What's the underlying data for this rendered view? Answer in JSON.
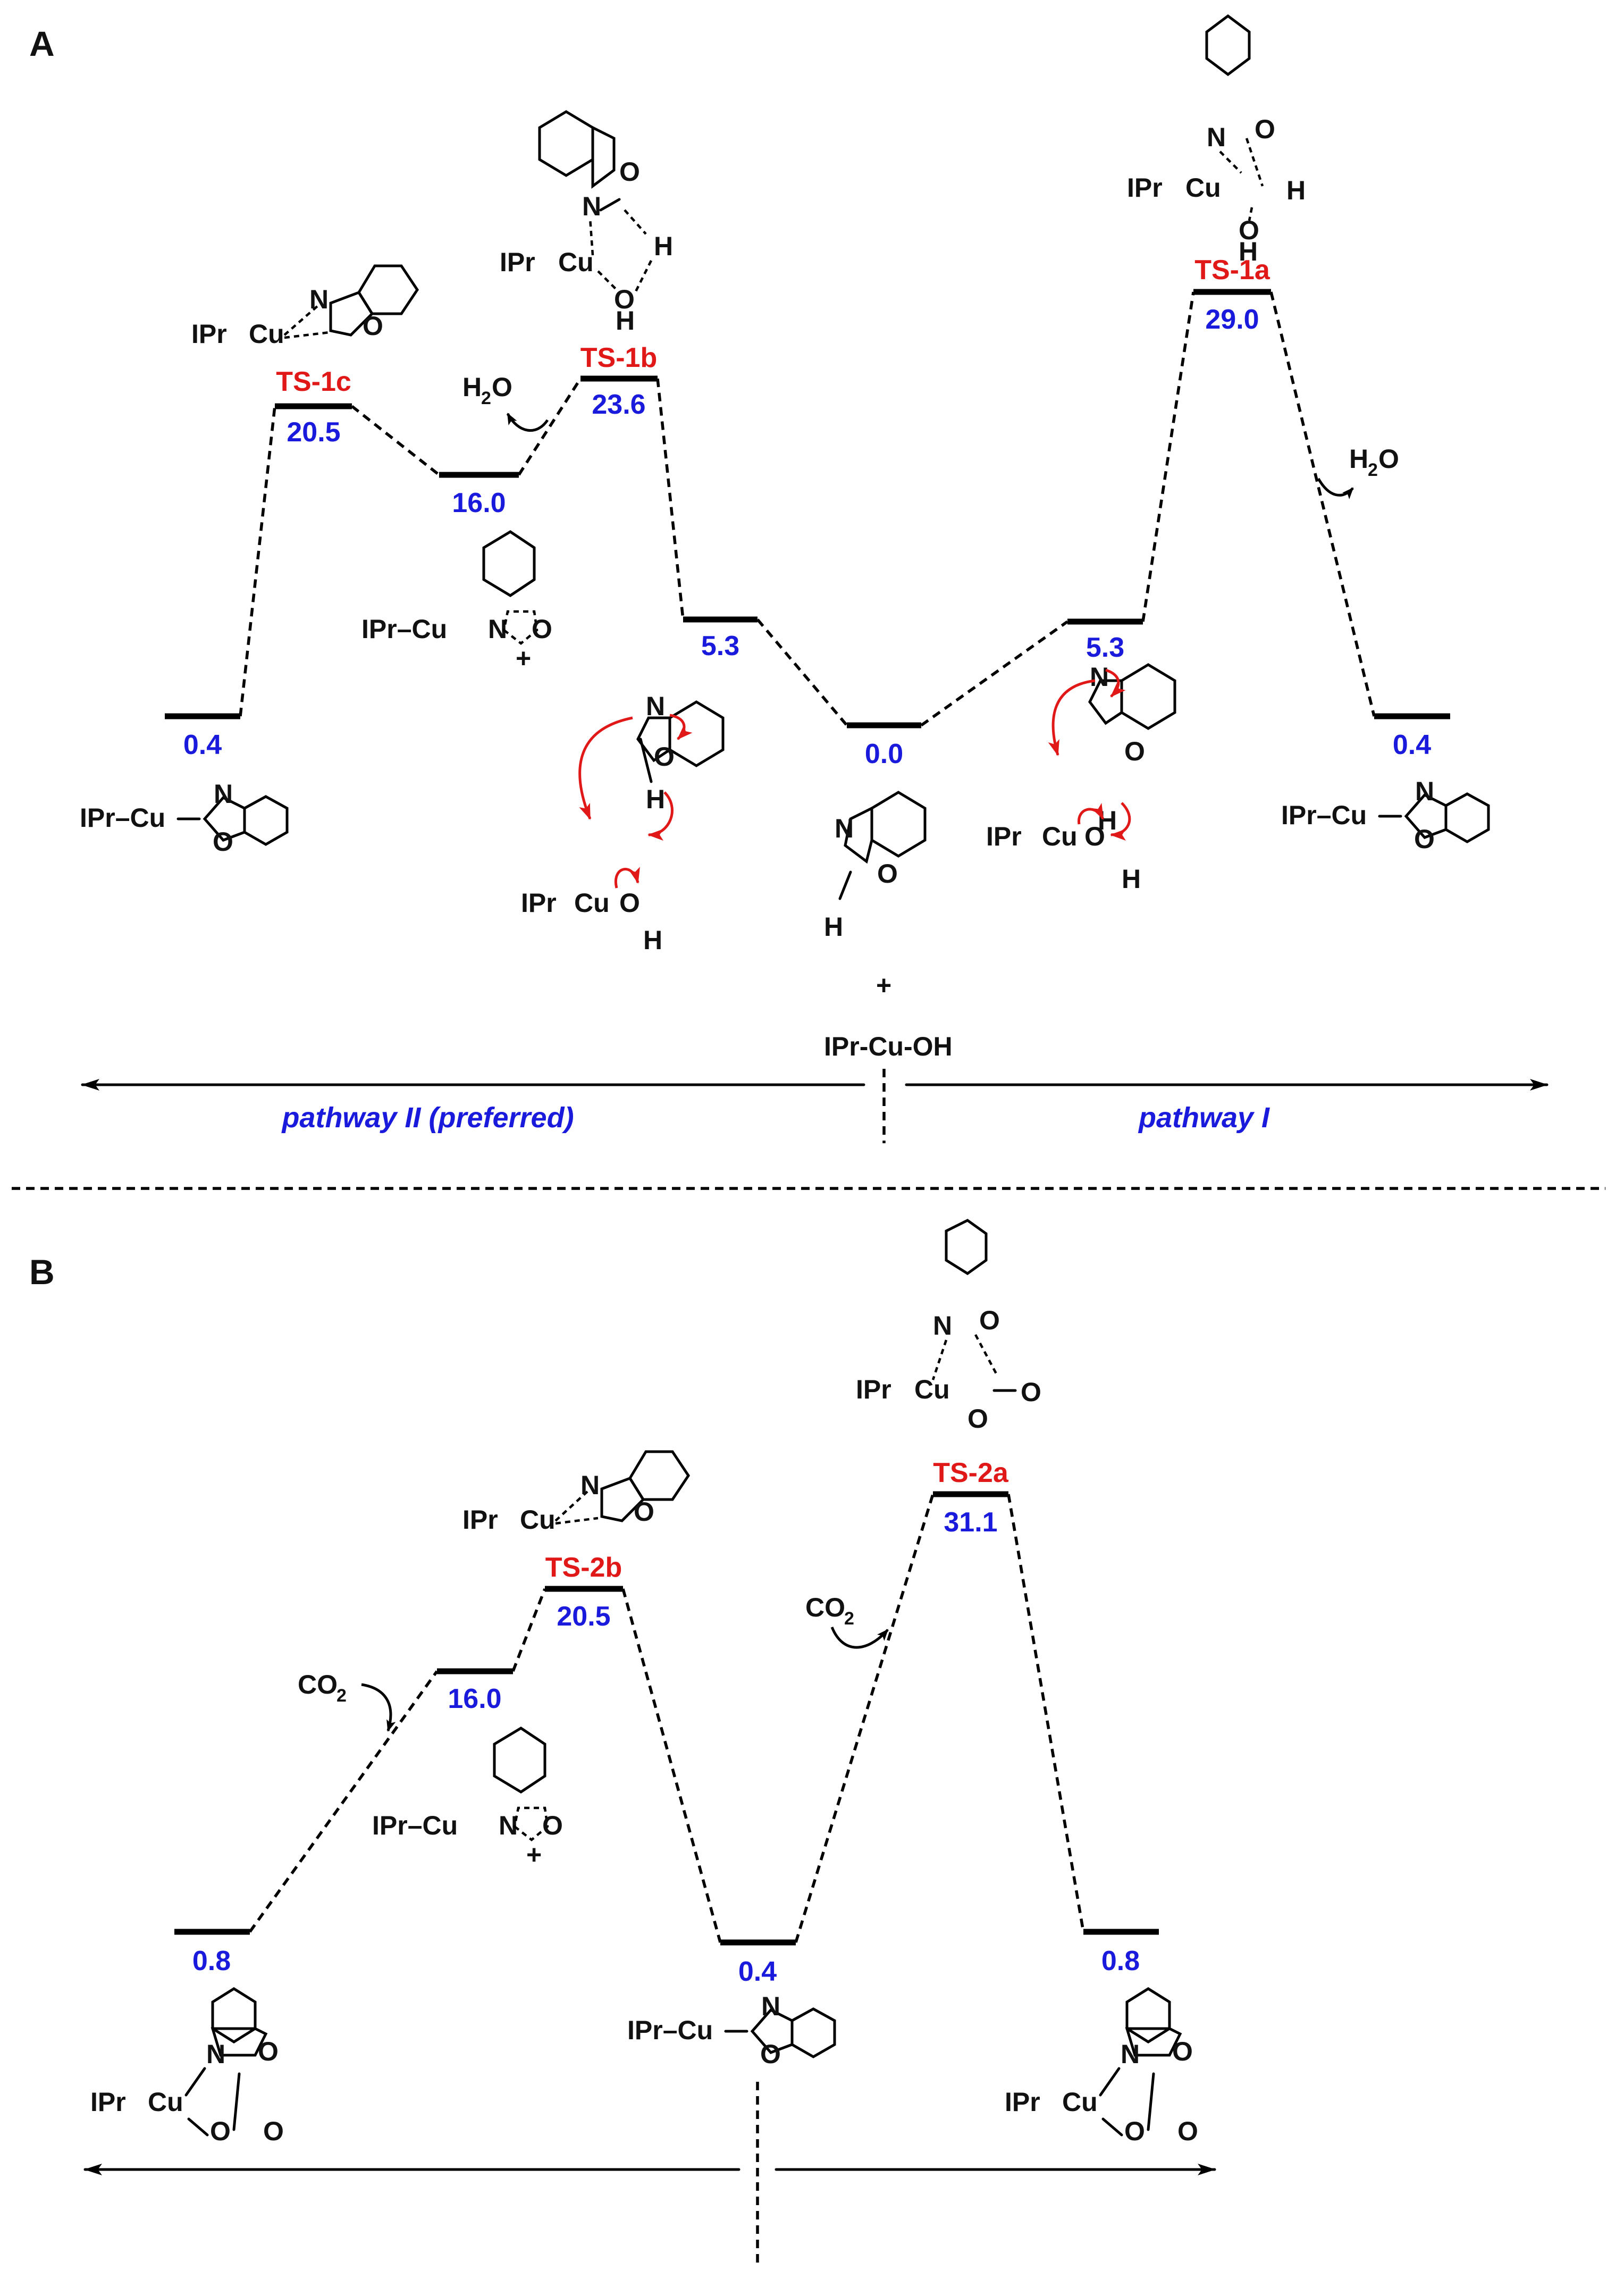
{
  "panels": {
    "a": "A",
    "b": "B"
  },
  "levels_a": {
    "l1": "0.4",
    "ts1c_val": "20.5",
    "ts1c": "TS-1c",
    "int": "16.0",
    "ts1b": "TS-1b",
    "ts1b_val": "23.6",
    "l5": "5.3",
    "l0": "0.0",
    "r5": "5.3",
    "ts1a": "TS-1a",
    "ts1a_val": "29.0",
    "r1": "0.4"
  },
  "levels_b": {
    "l1": "0.8",
    "int": "16.0",
    "ts2b": "TS-2b",
    "ts2b_val": "20.5",
    "mid": "0.4",
    "ts2a": "TS-2a",
    "ts2a_val": "31.1",
    "r1": "0.8"
  },
  "labels": {
    "iprcu": "IPr–Cu",
    "iprcu_short": "IPr",
    "cu": "Cu",
    "n": "N",
    "o": "O",
    "h": "H",
    "h2o_h": "H",
    "h2o_2": "2",
    "h2o_o": "O",
    "co2_c": "CO",
    "co2_2": "2",
    "plus": "+",
    "iprcuoh": "IPr-Cu-OH"
  },
  "pathways": {
    "left": "pathway II (preferred)",
    "right": "pathway I"
  }
}
